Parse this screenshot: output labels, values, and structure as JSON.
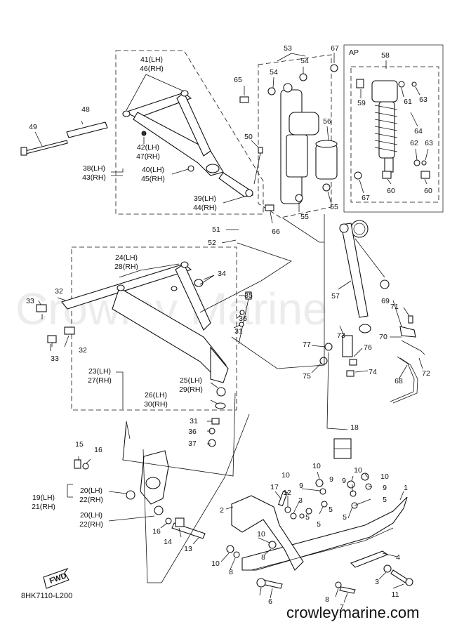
{
  "watermark": "Crowley Marine",
  "footer": {
    "code": "8HK7110-L200",
    "url": "crowleymarine.com",
    "fwd_label": "FWD"
  },
  "ap_box": {
    "label": "AP"
  },
  "callouts": {
    "c1": "1",
    "c2": "2",
    "c3a": "3",
    "c3b": "3",
    "c4": "4",
    "c5a": "5",
    "c5b": "5",
    "c5c": "5",
    "c5d": "5",
    "c5e": "5",
    "c6": "6",
    "c7": "7",
    "c8a": "8",
    "c8b": "8",
    "c8c": "8",
    "c9a": "9",
    "c9b": "9",
    "c9c": "9",
    "c9d": "9",
    "c10a": "10",
    "c10b": "10",
    "c10c": "10",
    "c10d": "10",
    "c10e": "10",
    "c10f": "10",
    "c11": "11",
    "c12": "12",
    "c13": "13",
    "c14": "14",
    "c15": "15",
    "c16a": "16",
    "c16b": "16",
    "c17": "17",
    "c18": "18",
    "c19": "19(LH)",
    "c21": "21(RH)",
    "c20a": "20(LH)",
    "c22a": "22(RH)",
    "c20b": "20(LH)",
    "c22b": "22(RH)",
    "c23": "23(LH)",
    "c27": "27(RH)",
    "c24": "24(LH)",
    "c28": "28(RH)",
    "c25": "25(LH)",
    "c29": "29(RH)",
    "c26": "26(LH)",
    "c30": "30(RH)",
    "c31a": "31",
    "c31b": "31",
    "c32a": "32",
    "c32b": "32",
    "c33a": "33",
    "c33b": "33",
    "c34": "34",
    "c35": "35",
    "c36a": "36",
    "c36b": "36",
    "c37": "37",
    "c38": "38(LH)",
    "c43": "43(RH)",
    "c39": "39(LH)",
    "c44": "44(RH)",
    "c40": "40(LH)",
    "c45": "45(RH)",
    "c41": "41(LH)",
    "c46": "46(RH)",
    "c42": "42(LH)",
    "c47": "47(RH)",
    "c48": "48",
    "c49": "49",
    "c50": "50",
    "c51": "51",
    "c52": "52",
    "c53": "53",
    "c54a": "54",
    "c54b": "54",
    "c55a": "55",
    "c55b": "55",
    "c56": "56",
    "c57": "57",
    "c58": "58",
    "c59": "59",
    "c60a": "60",
    "c60b": "60",
    "c61": "61",
    "c62": "62",
    "c63a": "63",
    "c63b": "63",
    "c64": "64",
    "c65": "65",
    "c66": "66",
    "c67a": "67",
    "c67b": "67",
    "c68": "68",
    "c69": "69",
    "c70": "70",
    "c71": "71",
    "c72": "72",
    "c73": "73",
    "c74": "74",
    "c75": "75",
    "c76": "76",
    "c77": "77"
  }
}
